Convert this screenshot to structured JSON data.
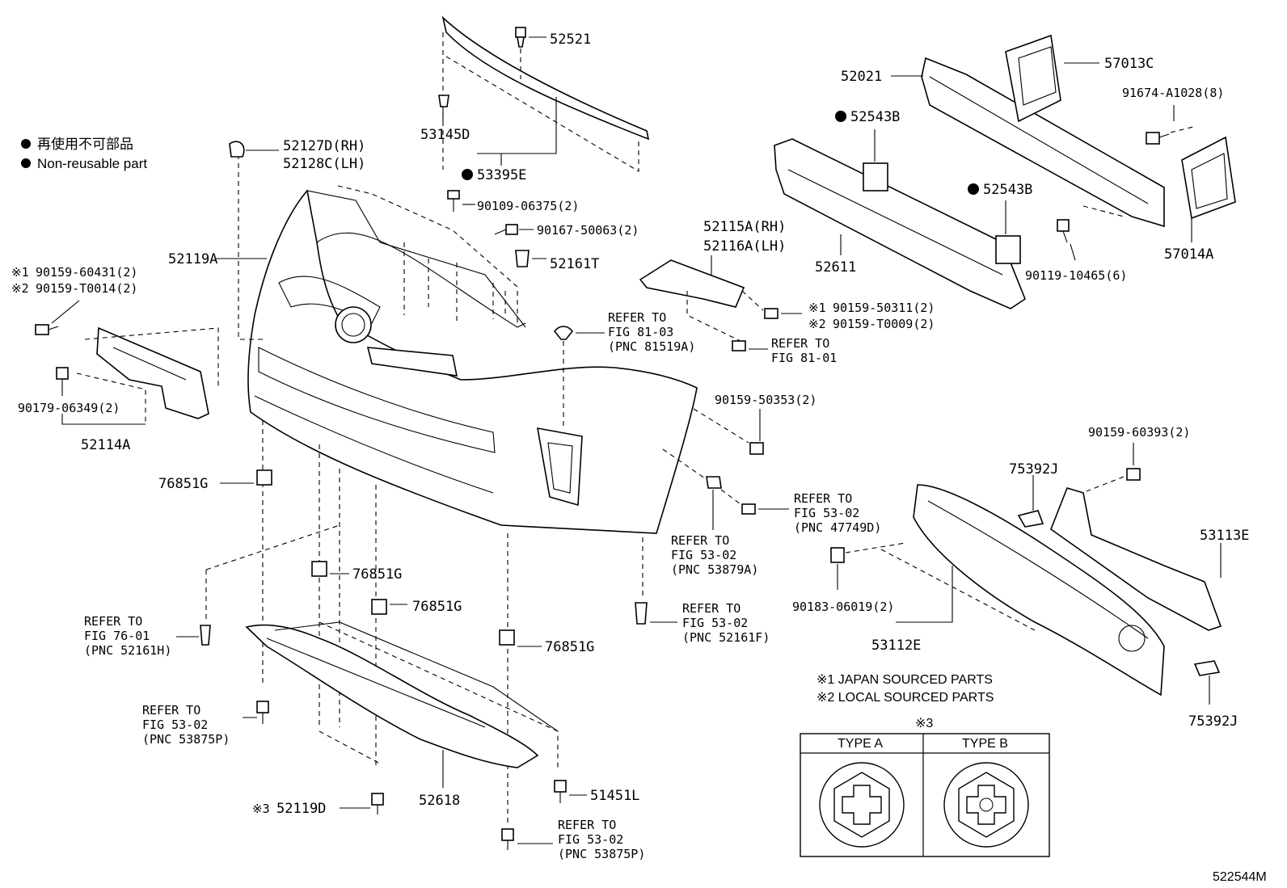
{
  "legend": {
    "jp": "再使用不可部品",
    "en": "Non-reusable part"
  },
  "labels": {
    "p52521": "52521",
    "p53145D": "53145D",
    "p53395E": "53395E",
    "p52127D": "52127D(RH)",
    "p52128C": "52128C(LH)",
    "p52119A": "52119A",
    "p90109": "90109-06375(2)",
    "p90167": "90167-50063(2)",
    "p52161T": "52161T",
    "p90159_60431": "90159-60431(2)",
    "p90159_T0014": "90159-T0014(2)",
    "p90179": "90179-06349(2)",
    "p52114A": "52114A",
    "p76851G_a": "76851G",
    "p76851G_b": "76851G",
    "p76851G_c": "76851G",
    "p76851G_d": "76851G",
    "p52021": "52021",
    "p57013C": "57013C",
    "p91674": "91674-A1028(8)",
    "p52543B_a": "52543B",
    "p52543B_b": "52543B",
    "p52611": "52611",
    "p90119": "90119-10465(6)",
    "p57014A": "57014A",
    "p52115A": "52115A(RH)",
    "p52116A": "52116A(LH)",
    "p90159_50311": "90159-50311(2)",
    "p90159_T0009": "90159-T0009(2)",
    "p90159_50353": "90159-50353(2)",
    "p90159_60393": "90159-60393(2)",
    "p75392J_a": "75392J",
    "p75392J_b": "75392J",
    "p53113E": "53113E",
    "p90183": "90183-06019(2)",
    "p53112E": "53112E",
    "p52618": "52618",
    "p51451L": "51451L",
    "p52119D": "52119D",
    "mark1": "※1",
    "mark2": "※2",
    "mark3": "※3"
  },
  "refs": {
    "r81_03": [
      "REFER TO",
      "FIG 81-03",
      "(PNC 81519A)"
    ],
    "r81_01": [
      "REFER TO",
      "FIG 81-01"
    ],
    "r53_02_47749D": [
      "REFER TO",
      "FIG 53-02",
      "(PNC 47749D)"
    ],
    "r53_02_53879A": [
      "REFER TO",
      "FIG 53-02",
      "(PNC 53879A)"
    ],
    "r53_02_52161F": [
      "REFER TO",
      "FIG 53-02",
      "(PNC 52161F)"
    ],
    "r76_01_52161H": [
      "REFER TO",
      "FIG 76-01",
      "(PNC 52161H)"
    ],
    "r53_02_53875P_a": [
      "REFER TO",
      "FIG 53-02",
      "(PNC 53875P)"
    ],
    "r53_02_53875P_b": [
      "REFER TO",
      "FIG 53-02",
      "(PNC 53875P)"
    ]
  },
  "notes": {
    "japan": "※1 JAPAN SOURCED PARTS",
    "local": "※2 LOCAL SOURCED PARTS",
    "type_mark": "※3",
    "type_a": "TYPE A",
    "type_b": "TYPE B"
  },
  "figure_id": "522544M"
}
